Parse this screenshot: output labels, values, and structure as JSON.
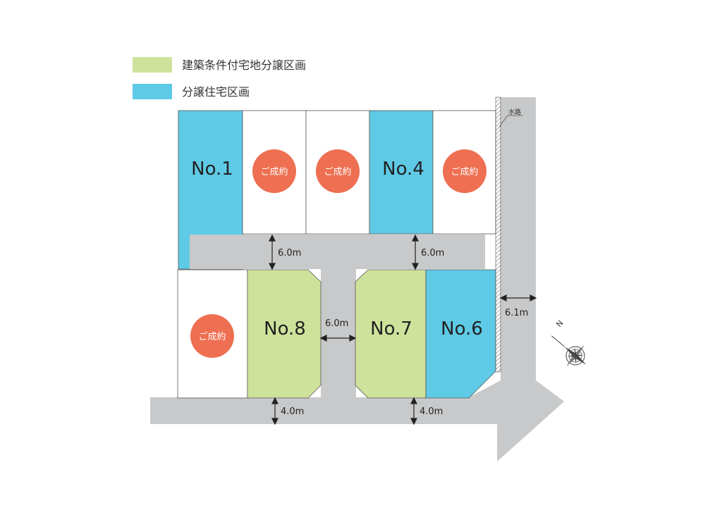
{
  "legend": {
    "conditional": {
      "label": "建築条件付宅地分譲区画",
      "color": "#cfe29c"
    },
    "house": {
      "label": "分譲住宅区画",
      "color": "#5ecae6"
    }
  },
  "lots": {
    "no1": "No.1",
    "no4": "No.4",
    "no6": "No.6",
    "no7": "No.7",
    "no8": "No.8"
  },
  "sold_label": "ご成約",
  "colors": {
    "sold": "#ee6f51",
    "road": "#c8c9ca",
    "empty": "#ffffff",
    "line": "#555555"
  },
  "widths": {
    "inner_left": "6.0m",
    "inner_right": "6.0m",
    "middle": "6.0m",
    "bottom_left": "4.0m",
    "bottom_right": "4.0m",
    "east": "6.1m"
  },
  "waterway": "水路",
  "compass": {
    "north": "N"
  }
}
